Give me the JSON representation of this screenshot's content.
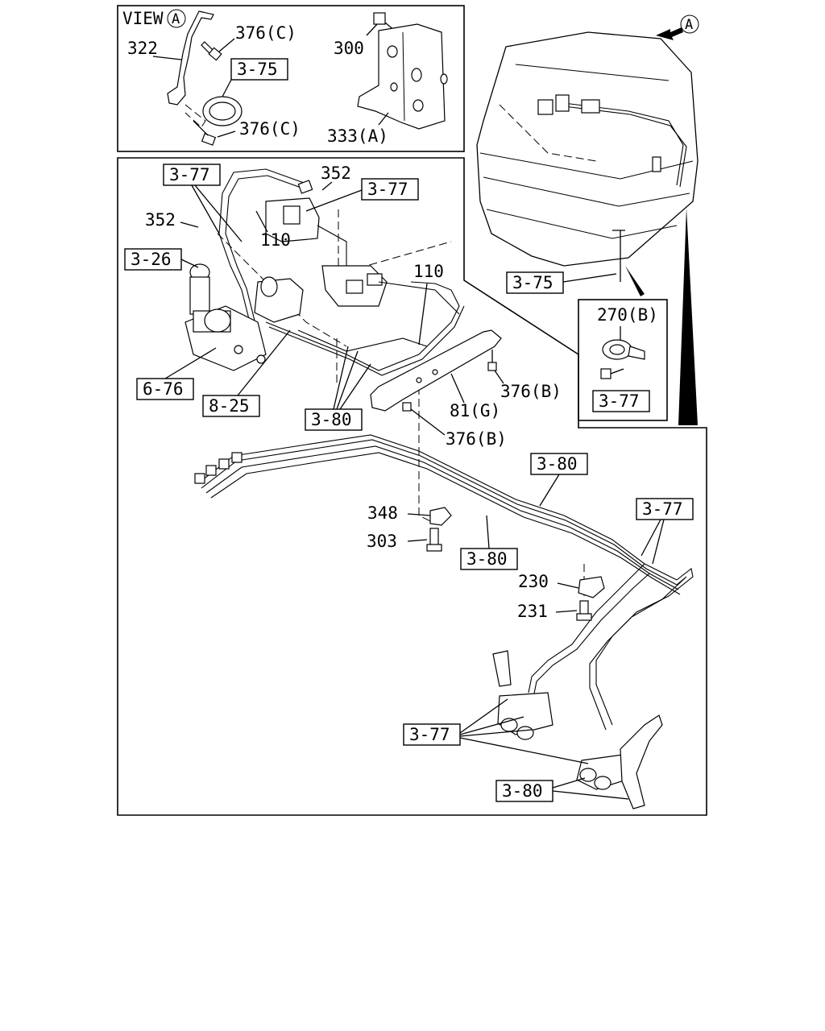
{
  "view_panel": {
    "title": "VIEW",
    "view_marker": "A",
    "labels": {
      "p322": "322",
      "p376c_top": "376(C)",
      "p375_box": "3-75",
      "p376c_bottom": "376(C)",
      "p300": "300",
      "p333a": "333(A)"
    }
  },
  "cab": {
    "view_marker": "A",
    "labels": {
      "p375": "3-75"
    }
  },
  "inset": {
    "labels": {
      "p270b": "270(B)",
      "p377": "3-77"
    }
  },
  "main": {
    "labels": {
      "p377_topleft": "3-77",
      "p352_top": "352",
      "p377_top": "3-77",
      "p352_left": "352",
      "p110_left": "110",
      "p326": "3-26",
      "p110_right": "110",
      "p676": "6-76",
      "p825": "8-25",
      "p380_mid": "3-80",
      "p81g": "81(G)",
      "p376b_right": "376(B)",
      "p376b_mid": "376(B)",
      "p380_right": "3-80",
      "p348": "348",
      "p377_right": "3-77",
      "p303": "303",
      "p380_lower": "3-80",
      "p230": "230",
      "p231": "231",
      "p377_bottom": "3-77",
      "p380_bottom": "3-80"
    }
  },
  "colors": {
    "line": "#000000",
    "background": "#ffffff"
  }
}
